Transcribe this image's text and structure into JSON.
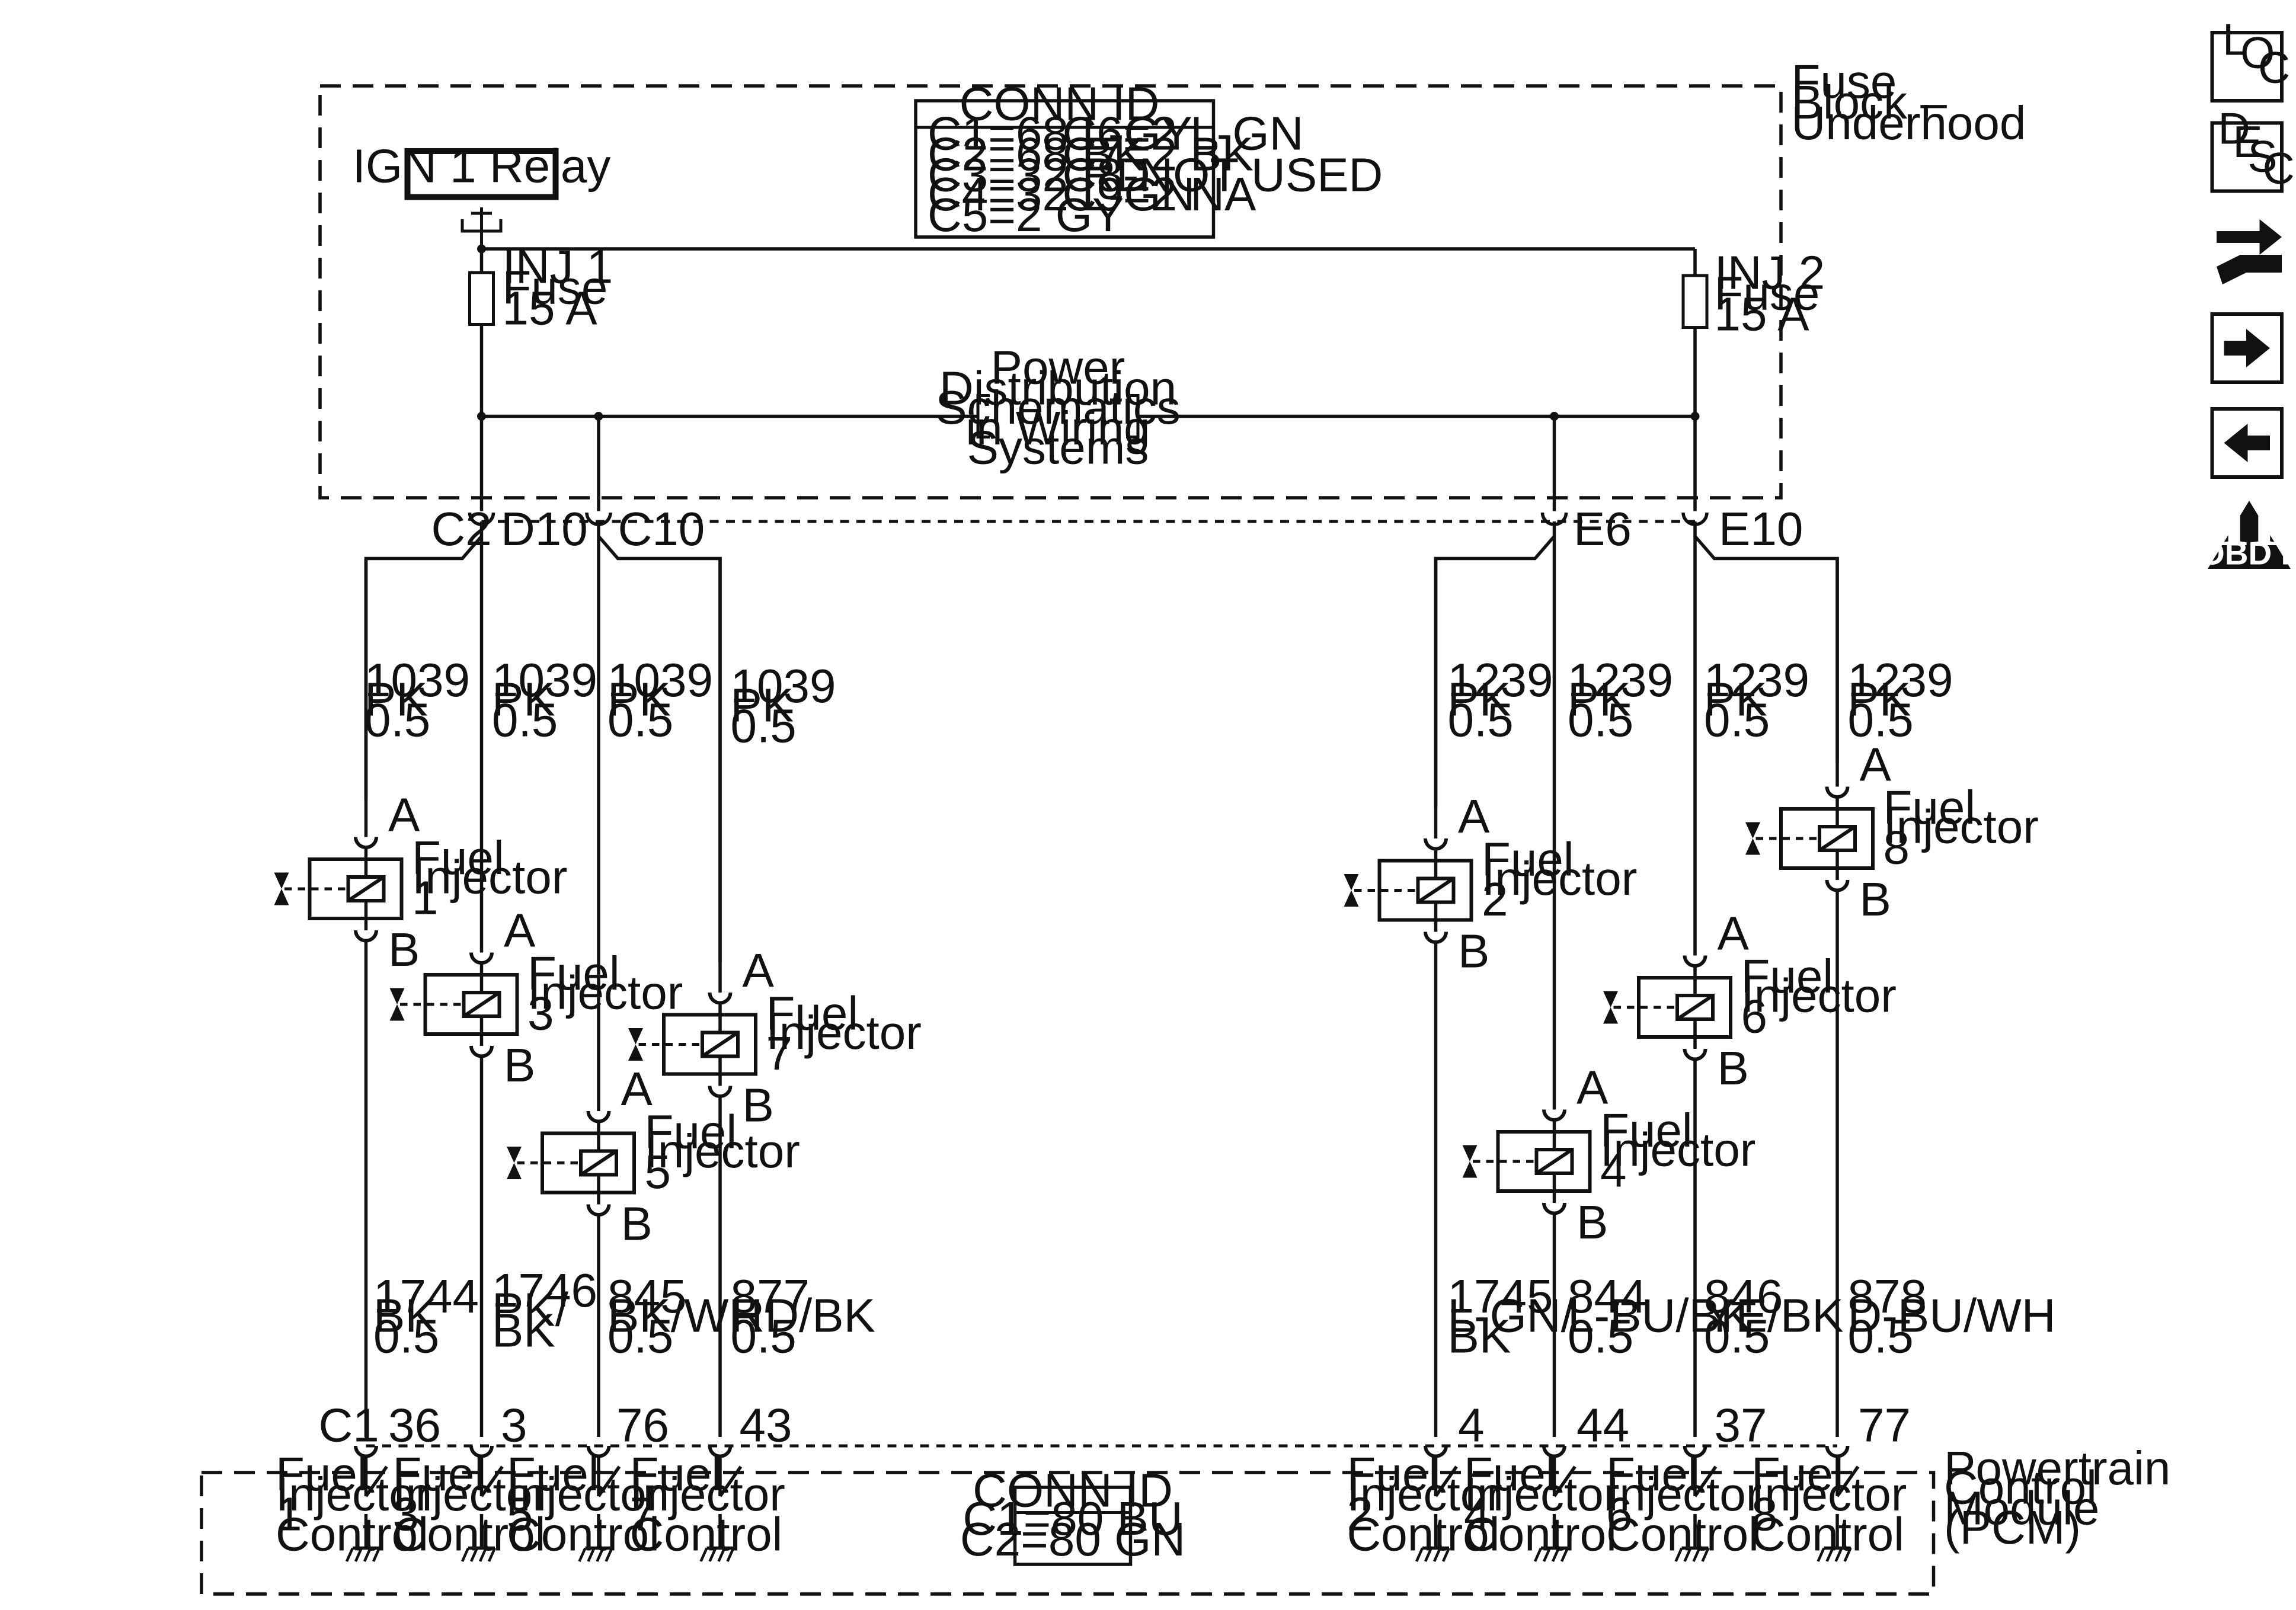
{
  "fuse_block": {
    "title_lines": [
      "Fuse",
      "Block –",
      "Underhood"
    ],
    "conn_id": {
      "header": "CONN ID",
      "col1": [
        "C1=68 L-GY",
        "C2=68 BK",
        "C3=32 RD",
        "C4=32 L-GN",
        "C5=2 GY"
      ],
      "col2": [
        "C6=2 L-GN",
        "C7=2 BK",
        "C8-NOT USED",
        "C9=2 NA"
      ]
    },
    "relay_label": "IGN 1 Relay",
    "fuse1_lines": [
      "INJ 1",
      "Fuse",
      "15 A"
    ],
    "fuse2_lines": [
      "INJ 2",
      "Fuse",
      "15 A"
    ],
    "power_dist_lines": [
      "Power",
      "Distribution",
      "Schematics",
      "in Wiring",
      "Systems"
    ]
  },
  "upper_connectors": {
    "c2": "C2",
    "d10": "D10",
    "c10": "C10",
    "e6": "E6",
    "e10": "E10"
  },
  "wires_upper": [
    [
      "1039",
      "PK",
      "0.5"
    ],
    [
      "1039",
      "PK",
      "0.5"
    ],
    [
      "1039",
      "PK",
      "0.5"
    ],
    [
      "1039",
      "PK",
      "0.5"
    ],
    [
      "1239",
      "PK",
      "0.5"
    ],
    [
      "1239",
      "PK",
      "0.5"
    ],
    [
      "1239",
      "PK",
      "0.5"
    ],
    [
      "1239",
      "PK",
      "0.5"
    ]
  ],
  "injectors": [
    {
      "lines": [
        "Fuel",
        "Injector",
        "1"
      ],
      "pin_a": "A",
      "pin_b": "B"
    },
    {
      "lines": [
        "Fuel",
        "Injector",
        "3"
      ],
      "pin_a": "A",
      "pin_b": "B"
    },
    {
      "lines": [
        "Fuel",
        "Injector",
        "5"
      ],
      "pin_a": "A",
      "pin_b": "B"
    },
    {
      "lines": [
        "Fuel",
        "Injector",
        "7"
      ],
      "pin_a": "A",
      "pin_b": "B"
    },
    {
      "lines": [
        "Fuel",
        "Injector",
        "2"
      ],
      "pin_a": "A",
      "pin_b": "B"
    },
    {
      "lines": [
        "Fuel",
        "Injector",
        "4"
      ],
      "pin_a": "A",
      "pin_b": "B"
    },
    {
      "lines": [
        "Fuel",
        "Injector",
        "6"
      ],
      "pin_a": "A",
      "pin_b": "B"
    },
    {
      "lines": [
        "Fuel",
        "Injector",
        "8"
      ],
      "pin_a": "A",
      "pin_b": "B"
    }
  ],
  "wires_lower": [
    [
      "1744",
      "BK",
      "0.5"
    ],
    [
      "1746",
      "PK/",
      "BK"
    ],
    [
      "845",
      "BK/WH",
      "0.5"
    ],
    [
      "877",
      "RD/BK",
      "0.5"
    ],
    [
      "1745",
      "L-GN/",
      "BK"
    ],
    [
      "844",
      "L-BU/BK",
      "0.5"
    ],
    [
      "846",
      "YE/BK",
      "0.5"
    ],
    [
      "878",
      "D-BU/WH",
      "0.5"
    ]
  ],
  "pcm": {
    "connector": "C1",
    "pins": [
      "36",
      "3",
      "76",
      "43",
      "4",
      "44",
      "37",
      "77"
    ],
    "controls": [
      [
        "Fuel",
        "Injector",
        "1",
        "Control"
      ],
      [
        "Fuel",
        "Injector",
        "3",
        "Control"
      ],
      [
        "Fuel",
        "Injector",
        "5",
        "Control"
      ],
      [
        "Fuel",
        "Injector",
        "7",
        "Control"
      ],
      [
        "Fuel",
        "Injector",
        "2",
        "Control"
      ],
      [
        "Fuel",
        "Injector",
        "4",
        "Control"
      ],
      [
        "Fuel",
        "Injector",
        "6",
        "Control"
      ],
      [
        "Fuel",
        "Injector",
        "8",
        "Control"
      ]
    ],
    "conn_id": {
      "header": "CONN ID",
      "lines": [
        "C1=80 BU",
        "C2=80 GN"
      ]
    },
    "title_lines": [
      "Powertrain",
      "Control",
      "Module",
      "(PCM)"
    ]
  },
  "side_nav": {
    "loc": [
      "L",
      "O",
      "C"
    ],
    "desc": [
      "D",
      "E",
      "S",
      "C"
    ],
    "obd_numeral": "II",
    "obd_text": "OBD II",
    "icons": [
      "loc-icon",
      "desc-icon",
      "connector-icon",
      "next-arrow-icon",
      "back-arrow-icon",
      "obd-ii-icon"
    ]
  }
}
